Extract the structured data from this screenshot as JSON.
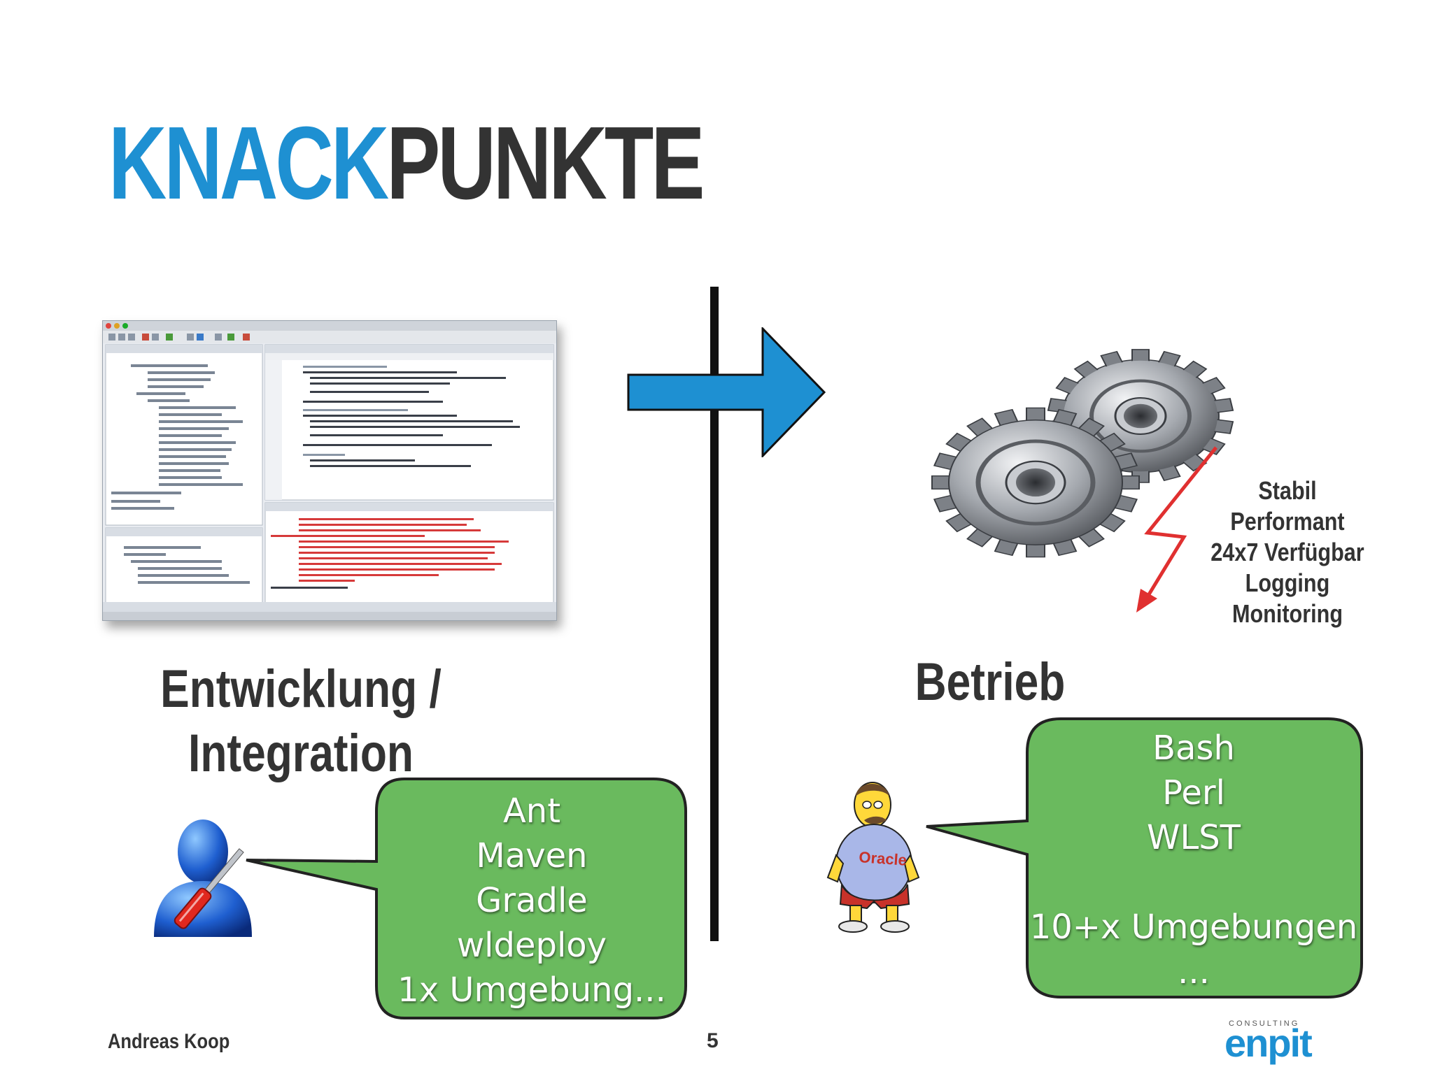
{
  "slide": {
    "title_part1": "KNACK",
    "title_part2": "PUNKTE",
    "left_label_line1": "Entwicklung /",
    "left_label_line2": "Integration",
    "right_label": "Betrieb",
    "attributes": [
      "Stabil",
      "Performant",
      "24x7 Verfügbar",
      "Logging",
      "Monitoring"
    ],
    "left_bubble": [
      "Ant",
      "Maven",
      "Gradle",
      "wldeploy",
      "1x Umgebung..."
    ],
    "right_bubble": [
      "Bash",
      "Perl",
      "WLST",
      "",
      "10+x Umgebungen",
      "..."
    ],
    "character_shirt_text": "Oracle",
    "author": "Andreas Koop",
    "page_number": "5",
    "logo_small": "CONSULTING",
    "logo_main": "enpit"
  },
  "ide_window": {
    "title_bar": "Oracle JDeveloper 11g Release 2 - enpit.eden.jdev.jws : eden.jdev.jpr"
  },
  "colors": {
    "title_accent": "#1e90d2",
    "title_dark": "#333333",
    "arrow": "#1e90d2",
    "bubble_fill": "#6aba5e",
    "bubble_stroke": "#222222",
    "lightning": "#e03030"
  }
}
